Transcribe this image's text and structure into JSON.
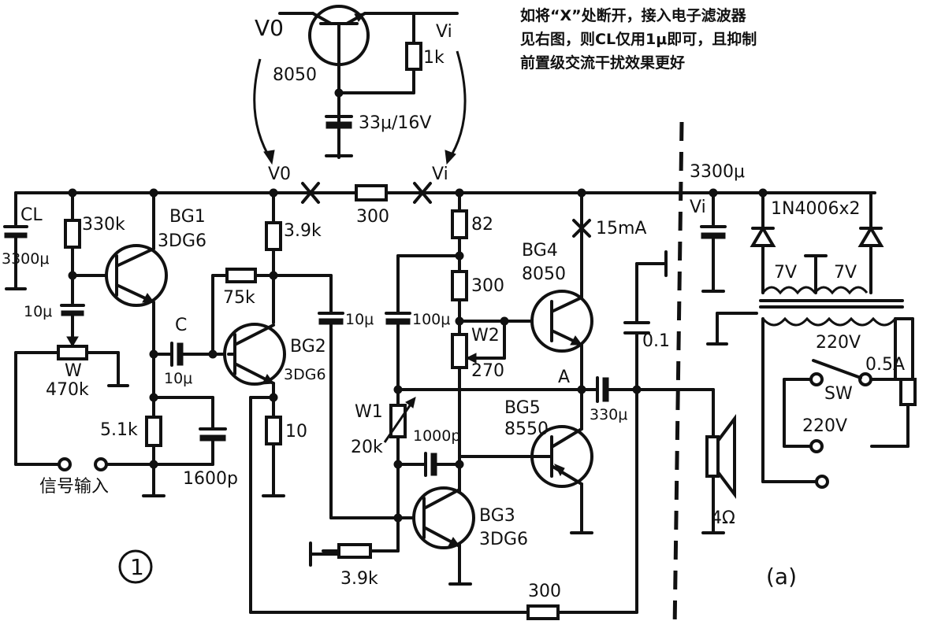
{
  "note": {
    "line1": "如将“X”处断开，接入电子滤波器",
    "line2": "见右图，则CL仅用1μ即可，且抑制",
    "line3": "前置级交流干扰效果更好"
  },
  "filter": {
    "vo": "V0",
    "vi": "Vi",
    "transistor": "8050",
    "resistor": "1k",
    "capacitor": "33μ/16V"
  },
  "nodes": {
    "vo": "V0",
    "vi": "Vi",
    "a": "A"
  },
  "components": {
    "cl_name": "CL",
    "cl_value": "3300μ",
    "r330k": "330k",
    "bg1_name": "BG1",
    "bg1_type": "3DG6",
    "c10u_in": "10μ",
    "w_name": "W",
    "w_value": "470k",
    "c_name": "C",
    "c_value": "10μ",
    "r5_1k": "5.1k",
    "c1600p": "1600p",
    "signal_input": "信号输入",
    "r3_9k_top": "3.9k",
    "r75k": "75k",
    "bg2_name": "BG2",
    "bg2_type": "3DG6",
    "r10": "10",
    "c10u_mid": "10μ",
    "r300_top": "300",
    "r82": "82",
    "r300_mid": "300",
    "c100u": "100μ",
    "w2_name": "W2",
    "w2_value": "270",
    "w1_name": "W1",
    "w1_value": "20k",
    "c1000p": "1000p",
    "bg3_name": "BG3",
    "bg3_type": "3DG6",
    "r3_9k_bot": "3.9k",
    "r300_bot": "300",
    "bg4_name": "BG4",
    "bg4_type": "8050",
    "current": "15mA",
    "bg5_name": "BG5",
    "bg5_type": "8550",
    "c330u": "330μ",
    "c0_1": "0.1",
    "speaker": "4Ω",
    "figure_number": "1"
  },
  "power_supply": {
    "cap": "3300μ",
    "vi": "Vi",
    "diodes": "1N4006x2",
    "sec_left": "7V",
    "sec_right": "7V",
    "primary": "220V",
    "fuse": "0.5A",
    "switch": "SW",
    "mains": "220V",
    "figure_label": "(a)"
  }
}
